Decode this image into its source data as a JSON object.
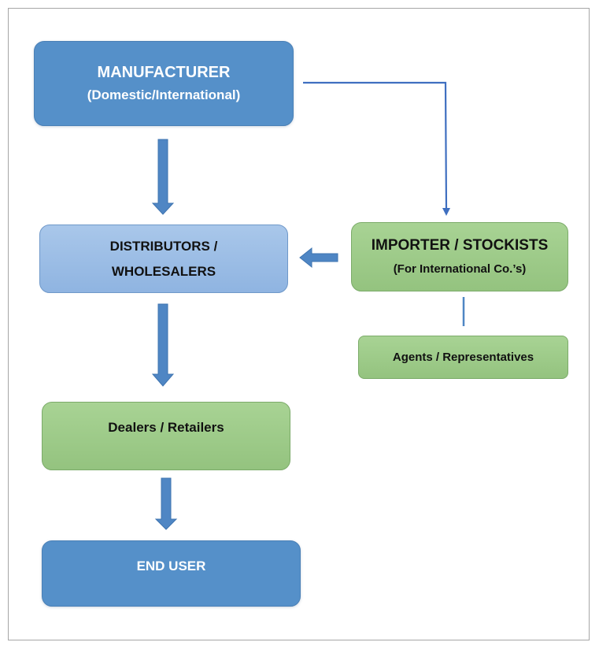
{
  "diagram": {
    "title": "Distribution channel flow",
    "colors": {
      "arrow": "#4f86c4",
      "connector": "#3f6fc0",
      "dark_blue_box": "#5590c9",
      "light_blue_box": "#9dbde6",
      "green_box": "#9ecb8a"
    },
    "nodes": {
      "manufacturer": {
        "title": "MANUFACTURER",
        "subtitle": "(Domestic/International)"
      },
      "distributors": {
        "line1": "DISTRIBUTORS /",
        "line2": "WHOLESALERS"
      },
      "importer": {
        "title": "IMPORTER / STOCKISTS",
        "subtitle": "(For International Co.’s)"
      },
      "agents": {
        "label": "Agents / Representatives"
      },
      "dealers": {
        "label": "Dealers / Retailers"
      },
      "end_user": {
        "label": "END USER"
      }
    },
    "edges": [
      {
        "from": "manufacturer",
        "to": "distributors",
        "style": "block-arrow"
      },
      {
        "from": "manufacturer",
        "to": "importer",
        "style": "elbow-line-arrow"
      },
      {
        "from": "importer",
        "to": "distributors",
        "style": "block-arrow"
      },
      {
        "from": "importer",
        "to": "agents",
        "style": "line"
      },
      {
        "from": "distributors",
        "to": "dealers",
        "style": "block-arrow"
      },
      {
        "from": "dealers",
        "to": "end_user",
        "style": "block-arrow"
      }
    ]
  }
}
